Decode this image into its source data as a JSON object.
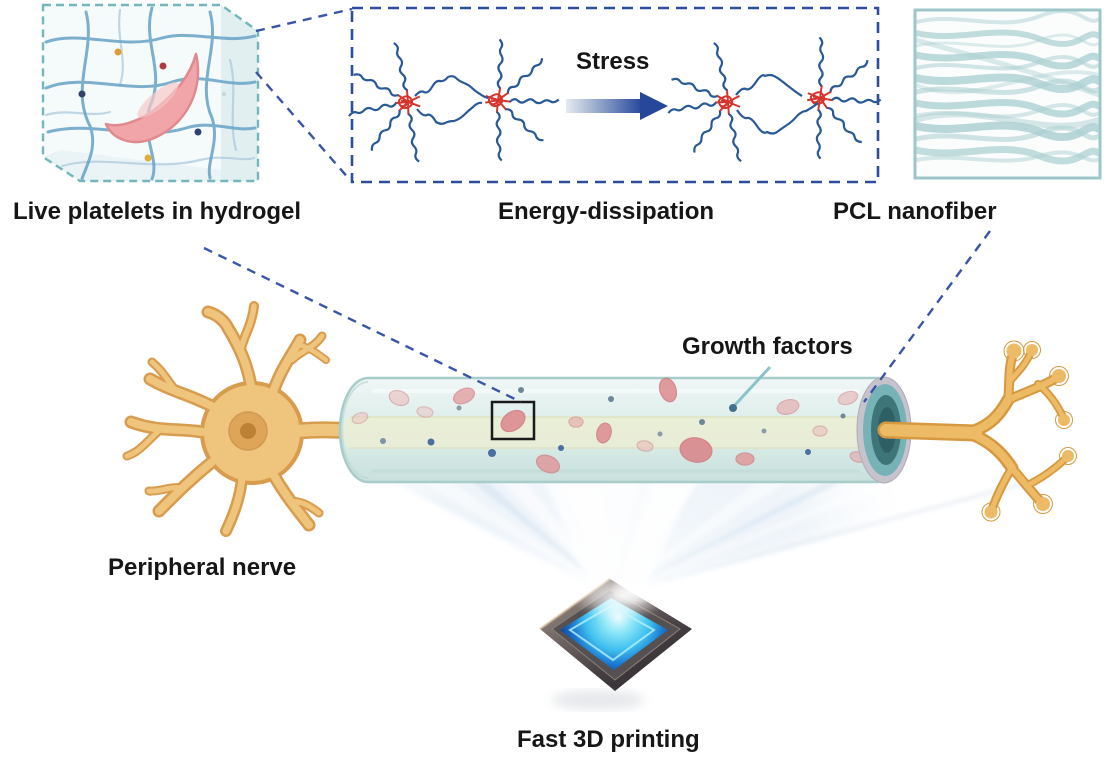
{
  "panels": {
    "hydrogel": {
      "label": "Live platelets in hydrogel"
    },
    "energy": {
      "label": "Energy-dissipation",
      "stress_label": "Stress"
    },
    "pcl": {
      "label": "PCL nanofiber"
    }
  },
  "conduit": {
    "growth_factors_label": "Growth factors",
    "nerve_label": "Peripheral nerve"
  },
  "printer": {
    "label": "Fast 3D printing"
  },
  "colors": {
    "dashed_blue": "#3A55A8",
    "panel_teal_dash": "#74B6BC",
    "molecule_blue": "#2A5A96",
    "molecule_red": "#D6342C",
    "neuron_fill": "#EFC47C",
    "neuron_outline": "#D89C4E",
    "conduit_fill": "#DCEDEA",
    "platelet_pink": "#E2989B",
    "chip_screen_cyan": "#49C8EE"
  }
}
